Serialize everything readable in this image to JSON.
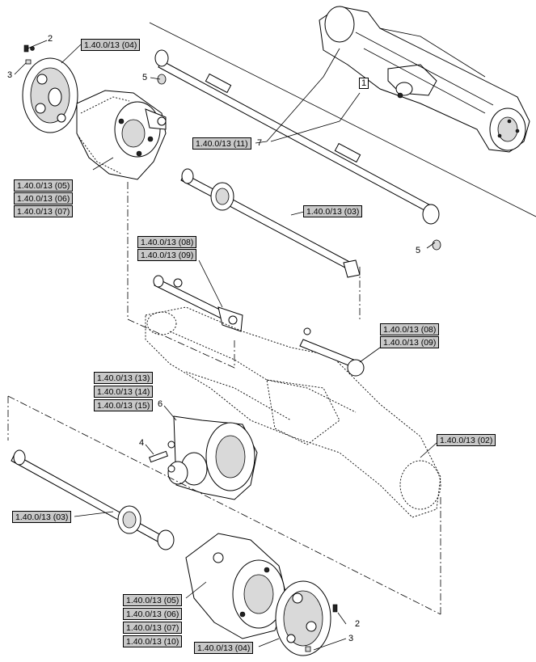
{
  "diagram": {
    "reference_boxes": [
      {
        "id": "ref-1",
        "label": "1.40.0/13 (04)"
      },
      {
        "id": "ref-2",
        "label": "1.40.0/13 (11)"
      },
      {
        "id": "ref-3",
        "label": "1.40.0/13 (05)"
      },
      {
        "id": "ref-4",
        "label": "1.40.0/13 (06)"
      },
      {
        "id": "ref-5",
        "label": "1.40.0/13 (07)"
      },
      {
        "id": "ref-6",
        "label": "1.40.0/13 (03)"
      },
      {
        "id": "ref-7",
        "label": "1.40.0/13 (08)"
      },
      {
        "id": "ref-8",
        "label": "1.40.0/13 (09)"
      },
      {
        "id": "ref-9",
        "label": "1.40.0/13 (08)"
      },
      {
        "id": "ref-10",
        "label": "1.40.0/13 (09)"
      },
      {
        "id": "ref-11",
        "label": "1.40.0/13 (13)"
      },
      {
        "id": "ref-12",
        "label": "1.40.0/13 (14)"
      },
      {
        "id": "ref-13",
        "label": "1.40.0/13 (15)"
      },
      {
        "id": "ref-14",
        "label": "1.40.0/13 (02)"
      },
      {
        "id": "ref-15",
        "label": "1.40.0/13 (03)"
      },
      {
        "id": "ref-16",
        "label": "1.40.0/13 (05)"
      },
      {
        "id": "ref-17",
        "label": "1.40.0/13 (06)"
      },
      {
        "id": "ref-18",
        "label": "1.40.0/13 (07)"
      },
      {
        "id": "ref-19",
        "label": "1.40.0/13 (10)"
      },
      {
        "id": "ref-20",
        "label": "1.40.0/13 (04)"
      }
    ],
    "callouts": [
      {
        "id": "c-2a",
        "label": "2"
      },
      {
        "id": "c-3a",
        "label": "3"
      },
      {
        "id": "c-5a",
        "label": "5"
      },
      {
        "id": "c-7",
        "label": "7"
      },
      {
        "id": "c-5b",
        "label": "5"
      },
      {
        "id": "c-6",
        "label": "6"
      },
      {
        "id": "c-4",
        "label": "4"
      },
      {
        "id": "c-2b",
        "label": "2"
      },
      {
        "id": "c-3b",
        "label": "3"
      }
    ],
    "index_callout": {
      "label": "1"
    }
  }
}
